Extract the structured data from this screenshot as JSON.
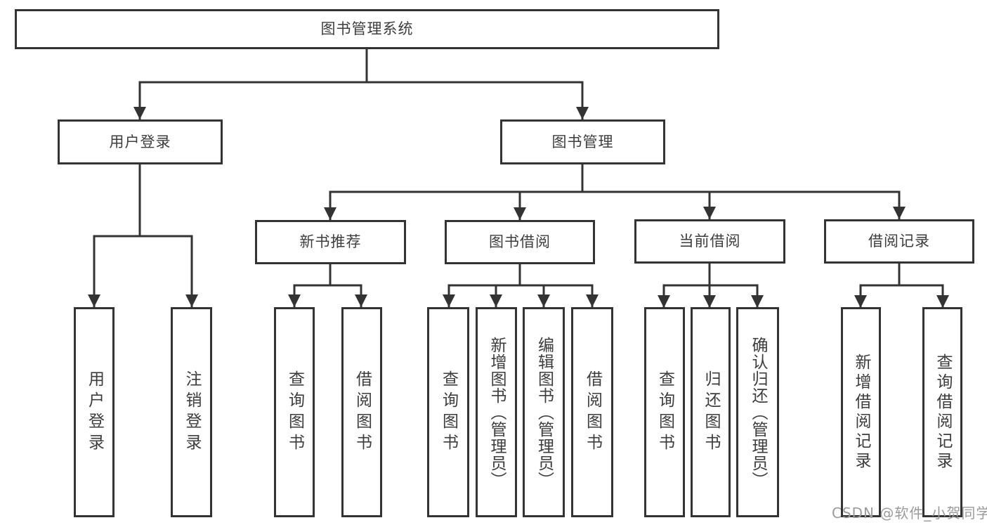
{
  "colors": {
    "line": "#333333",
    "text": "#3d3d3d",
    "background": "#ffffff",
    "watermark": "#9b9b9b"
  },
  "root": {
    "label": "图书管理系统"
  },
  "level2": {
    "user_login": {
      "label": "用户登录"
    },
    "book_mgmt": {
      "label": "图书管理"
    }
  },
  "level3": {
    "new_book_rec": {
      "label": "新书推荐"
    },
    "book_borrow": {
      "label": "图书借阅"
    },
    "current_borrow": {
      "label": "当前借阅"
    },
    "borrow_records": {
      "label": "借阅记录"
    }
  },
  "leaves": {
    "ul_login": {
      "label": "用户登录"
    },
    "ul_logout": {
      "label": "注销登录"
    },
    "nbr_query": {
      "label": "查询图书"
    },
    "nbr_borrow": {
      "label": "借阅图书"
    },
    "bb_query": {
      "label": "查询图书"
    },
    "bb_add": {
      "label": "新增图书（管理员）"
    },
    "bb_edit": {
      "label": "编辑图书（管理员）"
    },
    "bb_borrow": {
      "label": "借阅图书"
    },
    "cb_query": {
      "label": "查询图书"
    },
    "cb_return": {
      "label": "归还图书"
    },
    "cb_confirm": {
      "label": "确认归还（管理员）"
    },
    "br_add": {
      "label": "新增借阅记录"
    },
    "br_query": {
      "label": "查询借阅记录"
    }
  },
  "watermark": {
    "text": "CSDN @软件_小贺同学"
  }
}
